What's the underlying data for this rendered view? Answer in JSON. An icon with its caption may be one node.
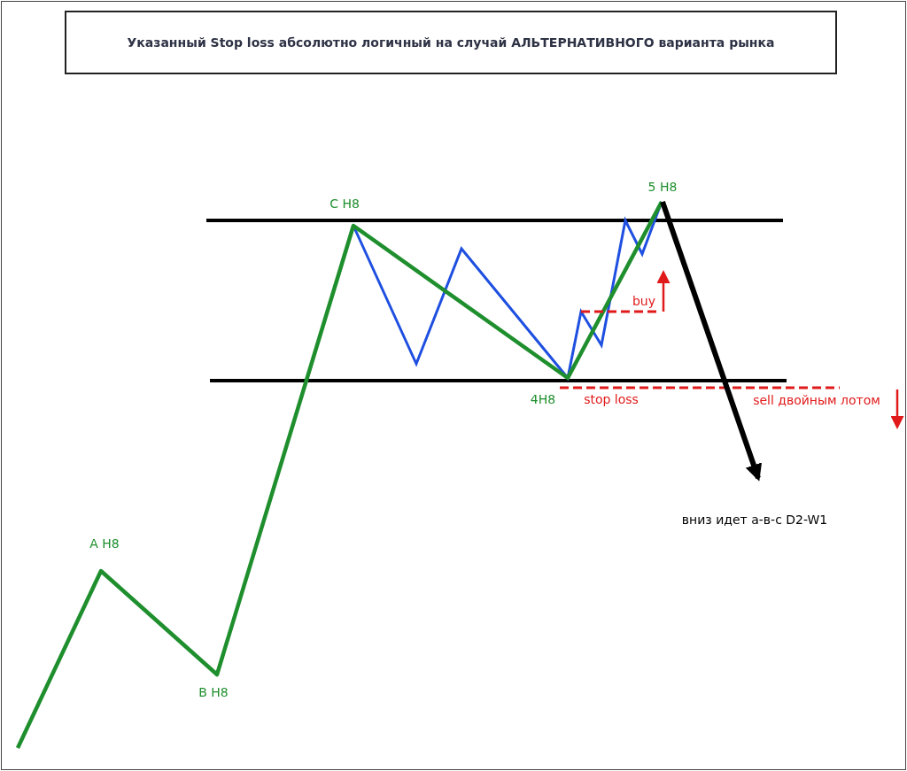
{
  "diagram": {
    "title": "Указанный Stop loss абсолютно логичный на случай АЛЬТЕРНАТИВНОГО варианта рынка",
    "labels": [
      "5 H8",
      "C H8",
      "buy",
      "4H8",
      "stop loss",
      "sell двойным лотом",
      "вниз идет а-в-с D2-W1",
      "A H8",
      "B H8"
    ]
  }
}
